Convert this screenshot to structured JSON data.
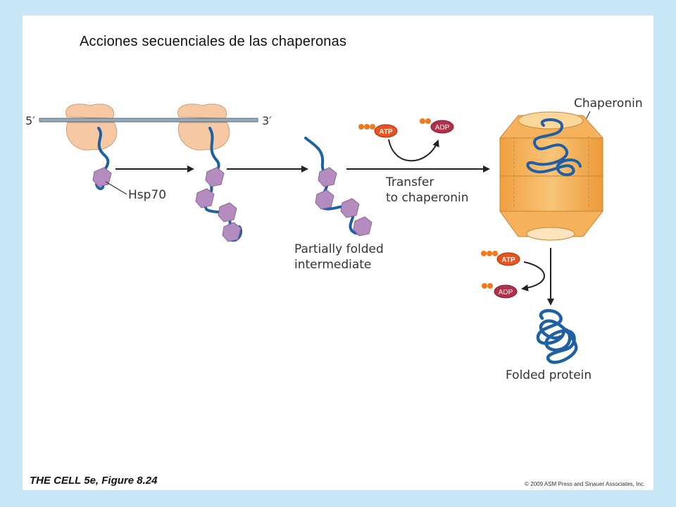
{
  "slide": {
    "title": "Acciones secuenciales de las chaperonas"
  },
  "diagram": {
    "mrna_5_prime": "5′",
    "mrna_3_prime": "3′",
    "hsp70_label": "Hsp70",
    "transfer_label_line1": "Transfer",
    "transfer_label_line2": "to chaperonin",
    "partially_folded_line1": "Partially folded",
    "partially_folded_line2": "intermediate",
    "chaperonin_label": "Chaperonin",
    "atp_label_top": "ATP",
    "adp_label_top": "ADP",
    "atp_label_bottom": "ATP",
    "adp_label_bottom": "ADP",
    "folded_protein_label": "Folded protein"
  },
  "footer": {
    "source": "THE CELL 5e, Figure 8.24",
    "copyright": "© 2009 ASM Press and Sinauer Associates, Inc."
  },
  "colors": {
    "background": "#c8e6f8",
    "ribosome": "#f6c9a2",
    "protein_chain": "#1f5fa3",
    "hsp70": "#b58cc0",
    "chaperonin": "#f6b25b",
    "atp": "#e8531f",
    "adp": "#b3304a",
    "phosphate": "#f07a1c"
  }
}
